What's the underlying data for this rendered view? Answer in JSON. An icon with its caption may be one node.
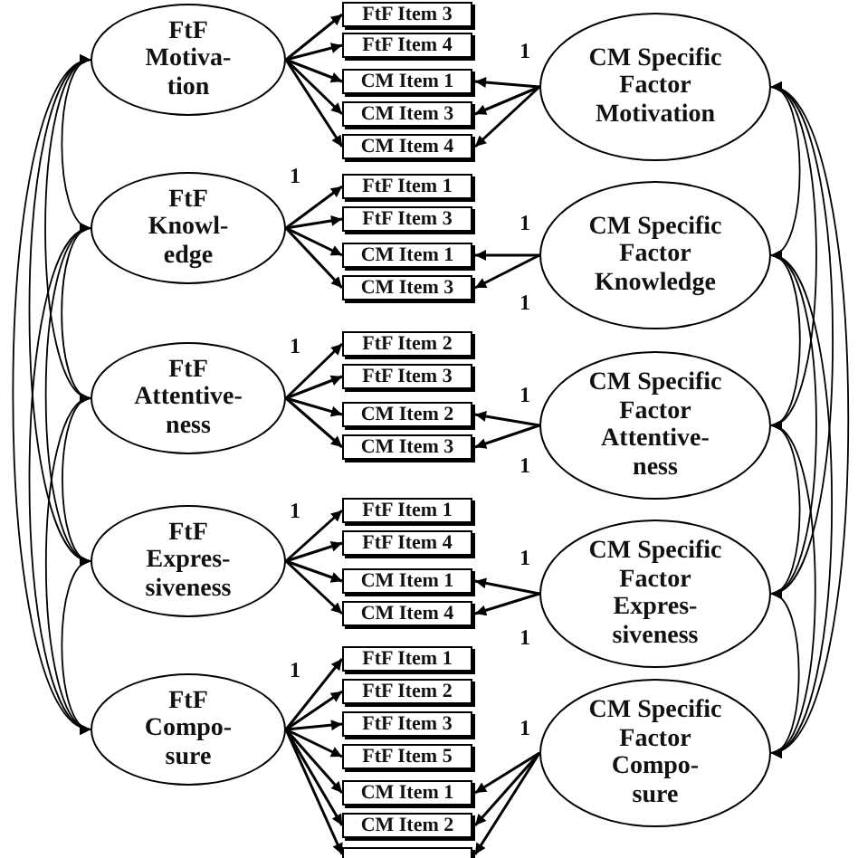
{
  "diagram": {
    "nodes": [
      {
        "text": [
          "FtF Motiva- tion"
        ]
      },
      {
        "text": [
          "FtF Item 3"
        ]
      },
      {
        "text": [
          "FtF Item 4"
        ]
      },
      {
        "text": [
          "CM Item 1"
        ]
      },
      {
        "text": [
          "CM Item 3"
        ]
      },
      {
        "text": [
          "CM Item 4"
        ]
      },
      {
        "text": [
          "CM Specific Factor Motivation"
        ]
      },
      {
        "text": [
          "FtF Knowl- edge"
        ]
      },
      {
        "text": [
          "FtF Item 1"
        ]
      },
      {
        "text": [
          "FtF Item 3"
        ]
      },
      {
        "text": [
          "CM Item 1"
        ]
      },
      {
        "text": [
          "CM Item 3"
        ]
      },
      {
        "text": [
          "CM Specific Factor Knowledge"
        ]
      },
      {
        "text": [
          "FtF Attentive- ness"
        ]
      },
      {
        "text": [
          "FtF Item 2"
        ]
      },
      {
        "text": [
          "FtF Item 3"
        ]
      },
      {
        "text": [
          "CM Item 2"
        ]
      },
      {
        "text": [
          "CM Item 3"
        ]
      },
      {
        "text": [
          "CM Specific Factor Attentive- ness"
        ]
      },
      {
        "text": [
          "FtF Expres- siveness"
        ]
      },
      {
        "text": [
          "FtF Item 1"
        ]
      },
      {
        "text": [
          "FtF Item 4"
        ]
      },
      {
        "text": [
          "CM Item 1"
        ]
      },
      {
        "text": [
          "CM Item 4"
        ]
      },
      {
        "text": [
          "CM Specific Factor Expres- siveness"
        ]
      },
      {
        "text": [
          "FtF Compo- sure"
        ]
      },
      {
        "text": [
          "FtF Item 1"
        ]
      },
      {
        "text": [
          "FtF Item 2"
        ]
      },
      {
        "text": [
          "FtF Item 3"
        ]
      },
      {
        "text": [
          "FtF Item 5"
        ]
      },
      {
        "text": [
          "CM Item 1"
        ]
      },
      {
        "text": [
          "CM Item 2"
        ]
      },
      {
        "text": [],
        "shape": "box"
      },
      {
        "text": [
          "CM Specific Factor Compo- sure"
        ]
      }
    ],
    "edges": [
      {
        "from": 0,
        "to": 1,
        "arrow": "to"
      },
      {
        "from": 0,
        "to": 2,
        "arrow": "to"
      },
      {
        "from": 0,
        "to": 3,
        "arrow": "to"
      },
      {
        "from": 0,
        "to": 4,
        "arrow": "to"
      },
      {
        "from": 0,
        "to": 5,
        "arrow": "to"
      },
      {
        "from": 6,
        "to": 3,
        "arrow": "to"
      },
      {
        "from": 6,
        "to": 4,
        "arrow": "to"
      },
      {
        "from": 6,
        "to": 5,
        "arrow": "to"
      },
      {
        "from": 7,
        "to": 8,
        "arrow": "to"
      },
      {
        "from": 7,
        "to": 9,
        "arrow": "to"
      },
      {
        "from": 7,
        "to": 10,
        "arrow": "to"
      },
      {
        "from": 7,
        "to": 11,
        "arrow": "to"
      },
      {
        "from": 12,
        "to": 10,
        "arrow": "to"
      },
      {
        "from": 12,
        "to": 11,
        "arrow": "to"
      },
      {
        "from": 13,
        "to": 14,
        "arrow": "to"
      },
      {
        "from": 13,
        "to": 15,
        "arrow": "to"
      },
      {
        "from": 13,
        "to": 16,
        "arrow": "to"
      },
      {
        "from": 13,
        "to": 17,
        "arrow": "to"
      },
      {
        "from": 18,
        "to": 16,
        "arrow": "to"
      },
      {
        "from": 18,
        "to": 17,
        "arrow": "to"
      },
      {
        "from": 19,
        "to": 20,
        "arrow": "to"
      },
      {
        "from": 19,
        "to": 21,
        "arrow": "to"
      },
      {
        "from": 19,
        "to": 22,
        "arrow": "to"
      },
      {
        "from": 19,
        "to": 23,
        "arrow": "to"
      },
      {
        "from": 24,
        "to": 22,
        "arrow": "to"
      },
      {
        "from": 24,
        "to": 23,
        "arrow": "to"
      },
      {
        "from": 25,
        "to": 26,
        "arrow": "to"
      },
      {
        "from": 25,
        "to": 27,
        "arrow": "to"
      },
      {
        "from": 25,
        "to": 28,
        "arrow": "to"
      },
      {
        "from": 25,
        "to": 29,
        "arrow": "to"
      },
      {
        "from": 25,
        "to": 30,
        "arrow": "to"
      },
      {
        "from": 25,
        "to": 31,
        "arrow": "to"
      },
      {
        "from": 25,
        "to": 32,
        "arrow": "to"
      },
      {
        "from": 33,
        "to": 30,
        "arrow": "to"
      },
      {
        "from": 33,
        "to": 31,
        "arrow": "to"
      },
      {
        "from": 33,
        "to": 32,
        "arrow": "to"
      },
      {
        "from": 0,
        "to": 7,
        "arrow": "both"
      },
      {
        "from": 0,
        "to": 13,
        "arrow": "both"
      },
      {
        "from": 0,
        "to": 19,
        "arrow": "both"
      },
      {
        "from": 0,
        "to": 25,
        "arrow": "both"
      },
      {
        "from": 7,
        "to": 13,
        "arrow": "both"
      },
      {
        "from": 7,
        "to": 19,
        "arrow": "both"
      },
      {
        "from": 7,
        "to": 25,
        "arrow": "both"
      },
      {
        "from": 13,
        "to": 19,
        "arrow": "both"
      },
      {
        "from": 13,
        "to": 25,
        "arrow": "both"
      },
      {
        "from": 19,
        "to": 25,
        "arrow": "both"
      },
      {
        "from": 6,
        "to": 12,
        "arrow": "both"
      },
      {
        "from": 6,
        "to": 18,
        "arrow": "both"
      },
      {
        "from": 6,
        "to": 24,
        "arrow": "both"
      },
      {
        "from": 6,
        "to": 33,
        "arrow": "both"
      },
      {
        "from": 12,
        "to": 18,
        "arrow": "both"
      },
      {
        "from": 12,
        "to": 24,
        "arrow": "both"
      },
      {
        "from": 12,
        "to": 33,
        "arrow": "both"
      },
      {
        "from": 18,
        "to": 24,
        "arrow": "both"
      },
      {
        "from": 18,
        "to": 33,
        "arrow": "both"
      },
      {
        "from": 24,
        "to": 33,
        "arrow": "both"
      }
    ],
    "labels": [
      "1",
      "1",
      "1",
      "1",
      "1",
      "1",
      "1",
      "1",
      "1",
      "1",
      "1",
      "1"
    ]
  }
}
